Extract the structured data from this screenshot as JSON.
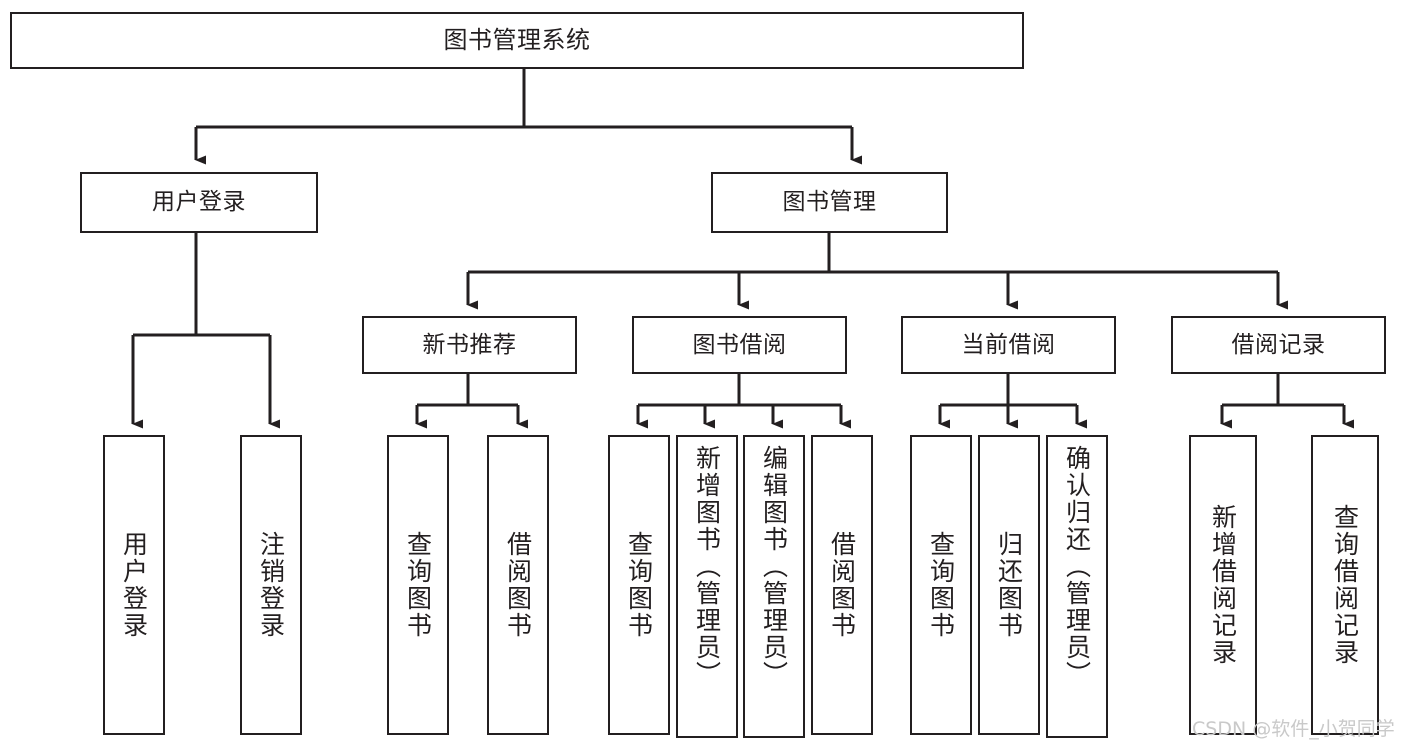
{
  "diagram": {
    "title": "图书管理系统",
    "type": "hierarchy-tree",
    "watermark": "CSDN @软件_小贺同学",
    "line_color": "#231f20",
    "box_fill": "#ffffff",
    "text_color": "#231f20",
    "root": {
      "label": "图书管理系统"
    },
    "level2": [
      {
        "label": "用户登录"
      },
      {
        "label": "图书管理"
      }
    ],
    "level3": [
      {
        "label": "新书推荐"
      },
      {
        "label": "图书借阅"
      },
      {
        "label": "当前借阅"
      },
      {
        "label": "借阅记录"
      }
    ],
    "leaves": {
      "user_login": [
        {
          "label": "用户登录"
        },
        {
          "label": "注销登录"
        }
      ],
      "new_book_recommend": [
        {
          "label": "查询图书"
        },
        {
          "label": "借阅图书"
        }
      ],
      "book_borrow": [
        {
          "label": "查询图书"
        },
        {
          "label": "新增图书（管理员）"
        },
        {
          "label": "编辑图书（管理员）"
        },
        {
          "label": "借阅图书"
        }
      ],
      "current_borrow": [
        {
          "label": "查询图书"
        },
        {
          "label": "归还图书"
        },
        {
          "label": "确认归还（管理员）"
        }
      ],
      "borrow_record": [
        {
          "label": "新增借阅记录"
        },
        {
          "label": "查询借阅记录"
        }
      ]
    }
  }
}
